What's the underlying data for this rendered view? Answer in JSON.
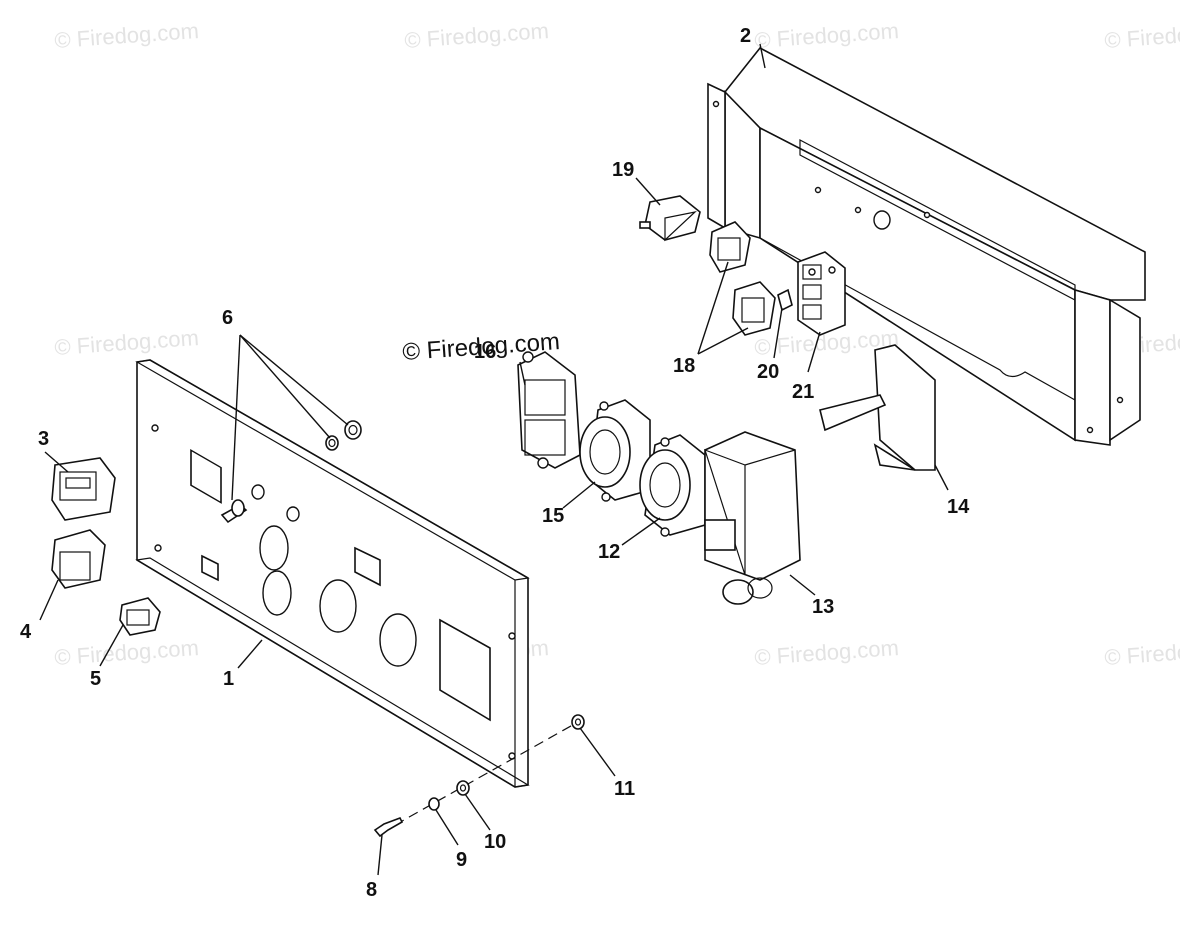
{
  "watermarks": {
    "text": "© Firedog.com",
    "main_text": "© Firedog.com"
  },
  "callouts": {
    "p1": "1",
    "p2": "2",
    "p3": "3",
    "p4": "4",
    "p5": "5",
    "p6": "6",
    "p8": "8",
    "p9": "9",
    "p10": "10",
    "p11": "11",
    "p12": "12",
    "p13": "13",
    "p14": "14",
    "p15": "15",
    "p16": "16",
    "p18": "18",
    "p19": "19",
    "p20": "20",
    "p21": "21"
  },
  "colors": {
    "line": "#111111",
    "watermark": "#e3e3e3",
    "background": "#ffffff"
  }
}
